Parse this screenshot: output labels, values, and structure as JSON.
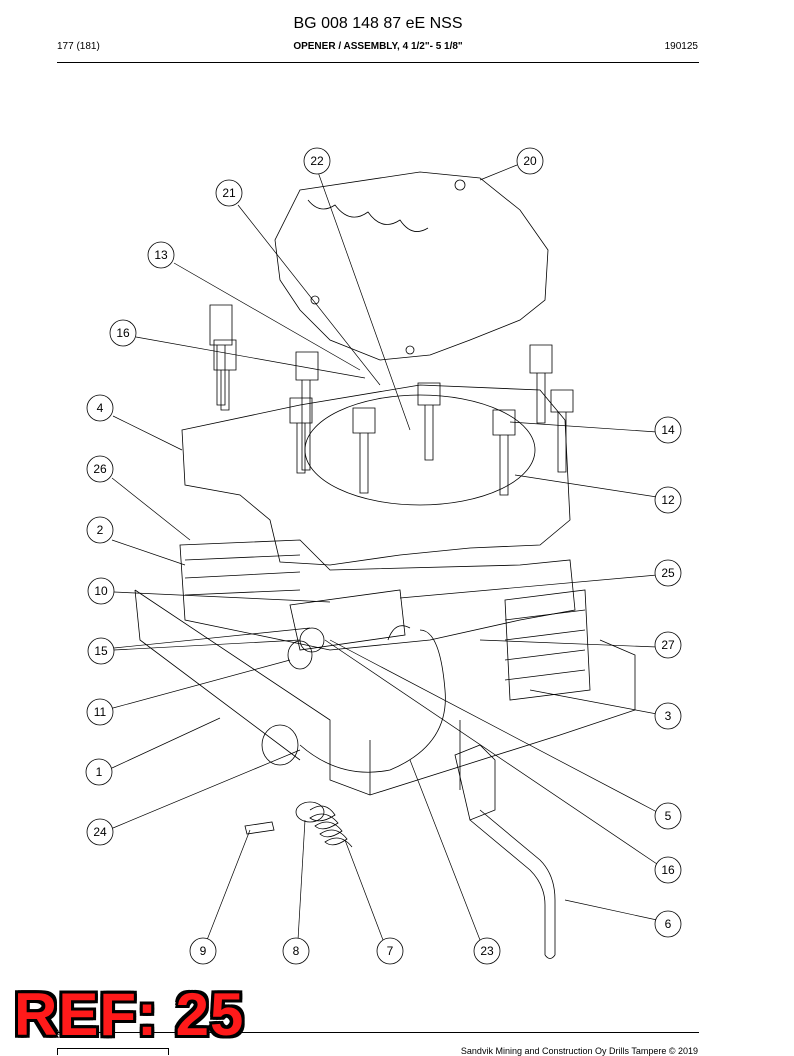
{
  "header": {
    "title": "BG 008 148 87 eE NSS",
    "page": "177 (181)",
    "section": "OPENER / ASSEMBLY, 4 1/2\"- 5 1/8\"",
    "code": "190125"
  },
  "drawing": {
    "callouts": [
      "22",
      "20",
      "21",
      "13",
      "16",
      "4",
      "14",
      "26",
      "12",
      "2",
      "25",
      "10",
      "27",
      "15",
      "11",
      "3",
      "1",
      "5",
      "24",
      "16",
      "6",
      "9",
      "8",
      "7",
      "23"
    ]
  },
  "stamp": {
    "text": "REF: 25",
    "color": "#ff1a1a"
  },
  "footer": {
    "text": "Sandvik Mining and Construction Oy Drills Tampere © 2019"
  }
}
